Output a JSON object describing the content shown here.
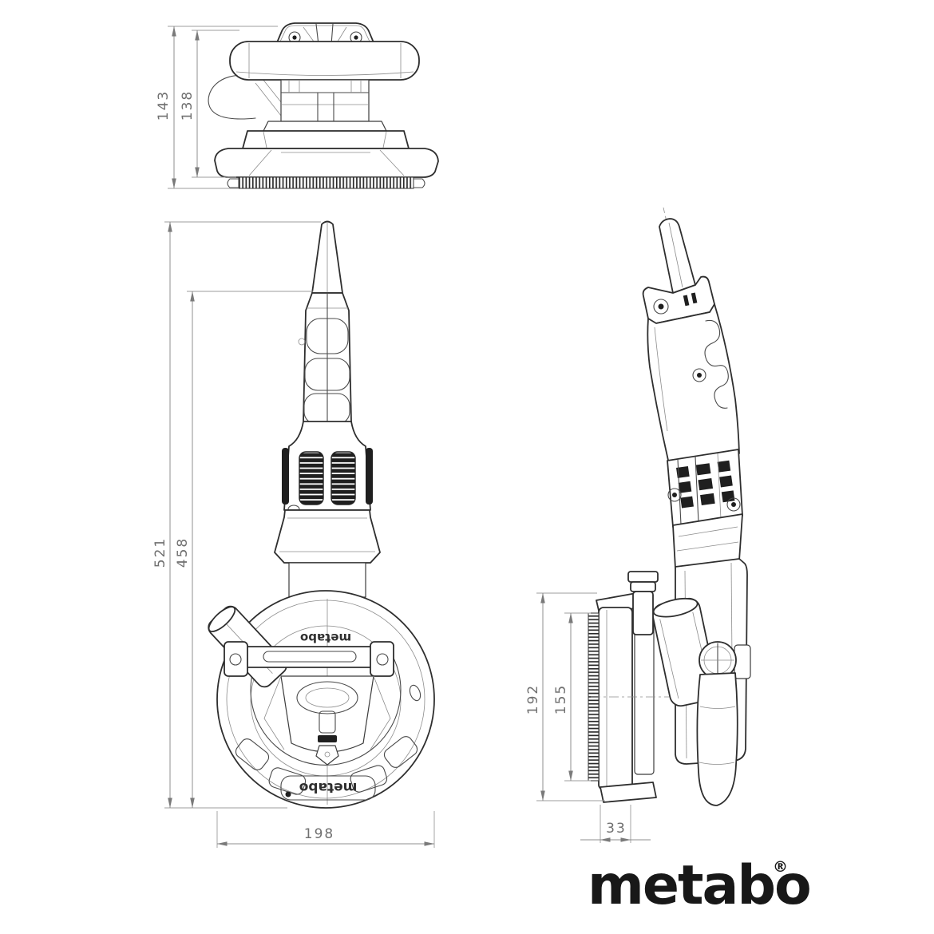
{
  "palette": {
    "background": "#ffffff",
    "outline": "#2e2e2e",
    "thin_line": "#8c8c8c",
    "dimension_line": "#8f8f8f",
    "dimension_text": "#707070",
    "logo": "#181818"
  },
  "brand": {
    "logo_text": "metabo",
    "registered_mark": "®"
  },
  "product_labels": {
    "front_view_upper": "metabo",
    "front_view_lower": "metabo"
  },
  "dimensions": {
    "top_view": {
      "overall_height": "143",
      "housing_height": "138"
    },
    "front_view": {
      "overall_length": "521",
      "body_length": "458",
      "guard_width": "198"
    },
    "side_view": {
      "guard_diameter": "192",
      "brush_ring_height": "155",
      "guard_depth": "33"
    }
  }
}
